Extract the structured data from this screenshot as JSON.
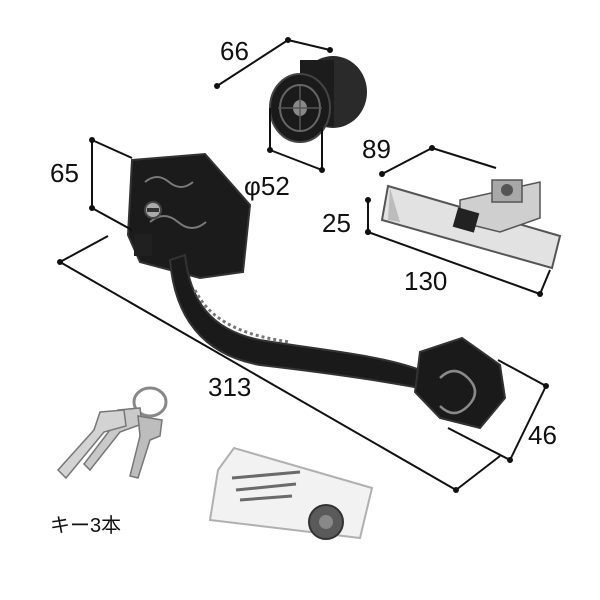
{
  "dimensions": {
    "knob_width": "66",
    "knob_diameter": "φ52",
    "plate_height": "65",
    "lockcase_depth": "89",
    "lockcase_thickness": "25",
    "lockcase_length": "130",
    "handle_length": "313",
    "handle_end_width": "46"
  },
  "captions": {
    "keys": "キー3本"
  },
  "colors": {
    "metal_dark": "#1a1a1a",
    "metal_light": "#c9c9c9",
    "dimension": "#111111"
  }
}
